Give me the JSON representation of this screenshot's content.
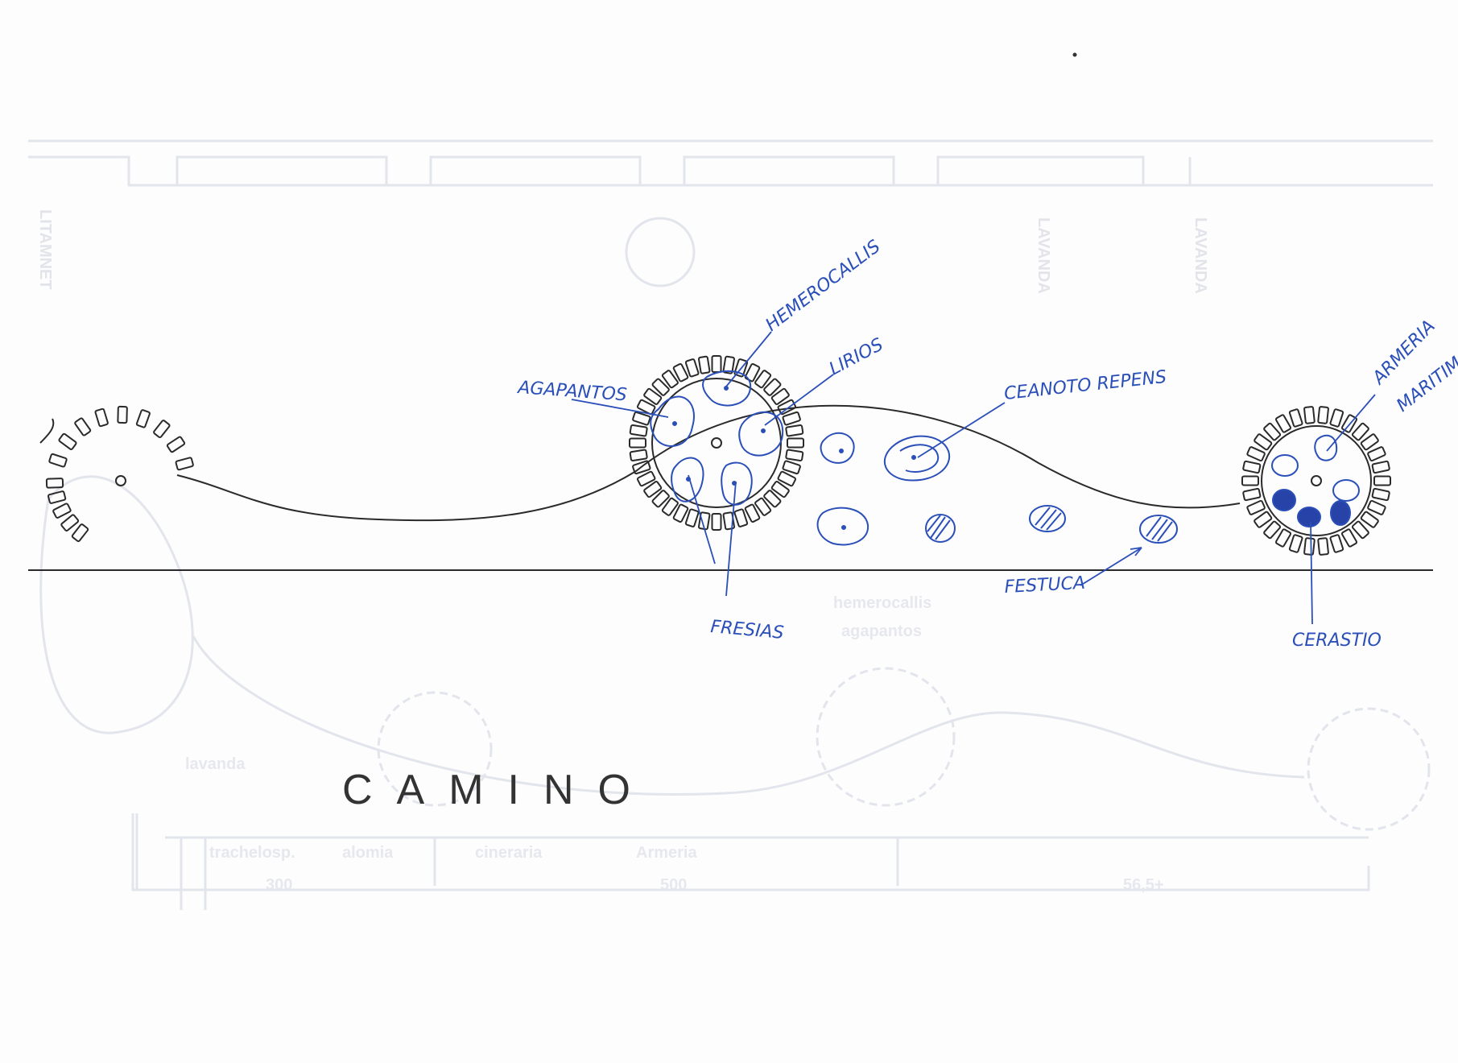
{
  "labels": {
    "agapantos": "AGAPANTOS",
    "hemerocallis": "HEMEROCALLIS",
    "lirios": "LIRIOS",
    "ceanoto": "CEANOTO REPENS",
    "armeria_1": "ARMERIA",
    "armeria_2": "MARITIMA",
    "fresias": "FRESIAS",
    "festuca": "FESTUCA",
    "cerastio": "CERASTIO",
    "camino": "CAMINO"
  },
  "ghost_text": {
    "lavanda_a": "LAVANDA",
    "lavanda_b": "LAVANDA",
    "left_vertical": "LITAMNET",
    "hemerocallis": "hemerocallis",
    "agapantos": "agapantos",
    "lavanda": "lavanda",
    "tracheloSp": "trachelosp.",
    "alomia": "alomia",
    "cineraria": "cineraria",
    "armeria": "Armeria",
    "dim_1": "300",
    "dim_2": "500",
    "dim_3": "56,5+"
  },
  "colors": {
    "pencil": "#2a2a2a",
    "ink": "#2b4fb8",
    "ghost": "#e3e5ec",
    "paper": "#fdfdfe"
  }
}
